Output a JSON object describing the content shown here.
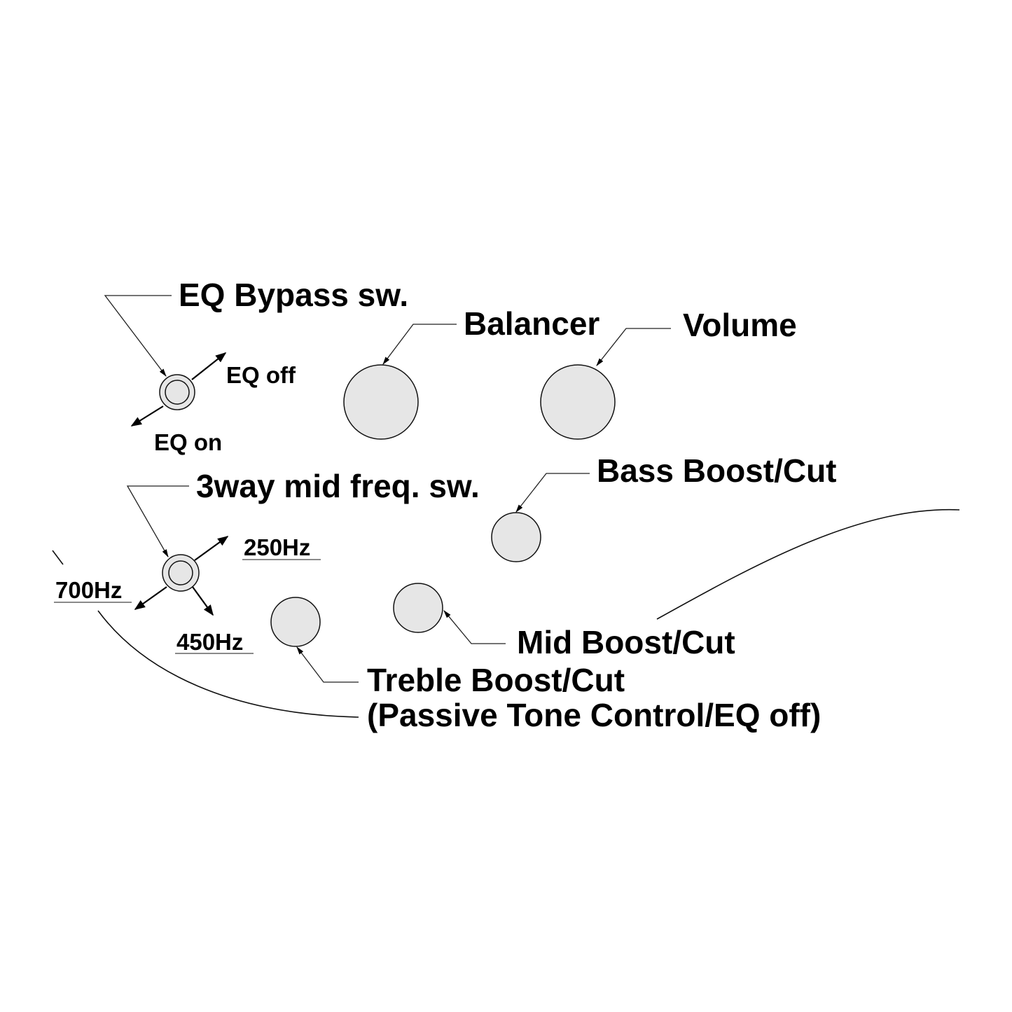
{
  "labels": {
    "eq_bypass": "EQ Bypass sw.",
    "eq_off": "EQ off",
    "eq_on": "EQ on",
    "balancer": "Balancer",
    "volume": "Volume",
    "three_way": "3way mid freq. sw.",
    "bass": "Bass Boost/Cut",
    "hz_250": "250Hz",
    "hz_700": "700Hz",
    "hz_450": "450Hz",
    "mid": "Mid Boost/Cut",
    "treble_line1": "Treble Boost/Cut",
    "treble_line2": "(Passive Tone Control/EQ off)"
  },
  "colors": {
    "knob_fill": "#e6e6e6",
    "line": "#111111",
    "background": "#ffffff"
  }
}
